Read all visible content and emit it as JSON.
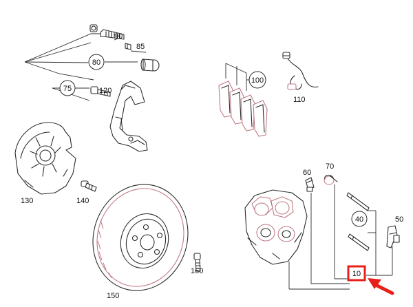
{
  "parts": {
    "p10": "10",
    "p40": "40",
    "p50": "50",
    "p60": "60",
    "p70": "70",
    "p75": "75",
    "p80": "80",
    "p85": "85",
    "p90": "90",
    "p100": "100",
    "p110": "110",
    "p120": "120",
    "p130": "130",
    "p140": "140",
    "p150": "150",
    "p160": "160"
  },
  "colors": {
    "highlight_box": "#e8201a",
    "arrow": "#e8201a",
    "line_art": "#2b2b2b",
    "accent_pink": "#c07a85"
  },
  "highlighted_part": "10"
}
